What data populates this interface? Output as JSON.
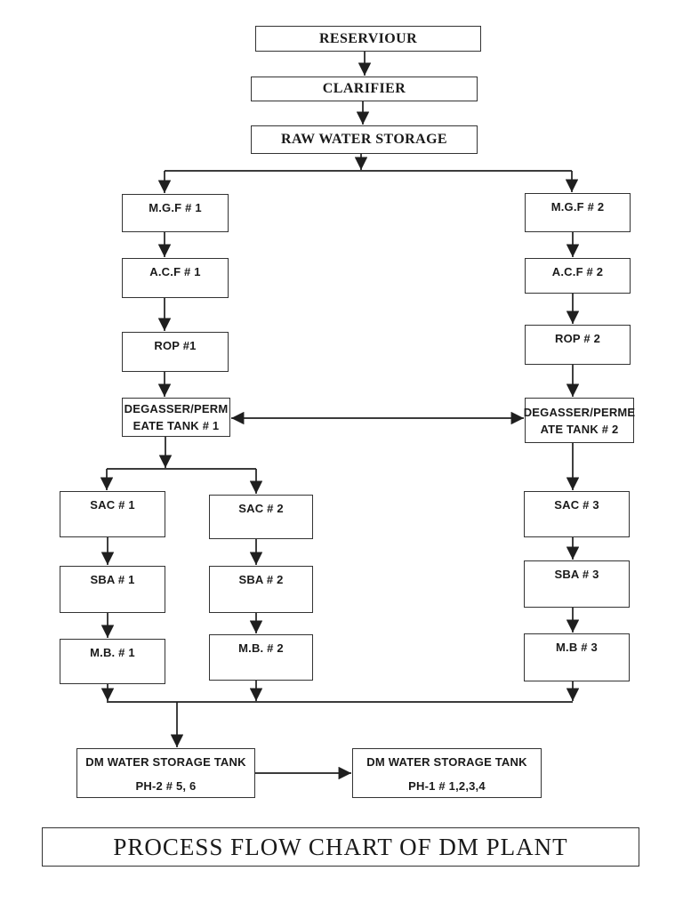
{
  "title": {
    "text": "PROCESS FLOW CHART OF DM PLANT"
  },
  "colors": {
    "background": "#ffffff",
    "box_border": "#333333",
    "line": "#1f1f1f",
    "text": "#1a1a1a"
  },
  "nodes": {
    "reservoir": {
      "label": "RESERVIOUR"
    },
    "clarifier": {
      "label": "CLARIFIER"
    },
    "raw_water_storage": {
      "label": "RAW WATER STORAGE"
    },
    "mgf1": {
      "label": "M.G.F # 1"
    },
    "mgf2": {
      "label": "M.G.F # 2"
    },
    "acf1": {
      "label": "A.C.F # 1"
    },
    "acf2": {
      "label": "A.C.F # 2"
    },
    "rop1": {
      "label": "ROP #1"
    },
    "rop2": {
      "label": "ROP # 2"
    },
    "degasser1": {
      "line1": "DEGASSER/PERM",
      "line2": "EATE TANK # 1"
    },
    "degasser2": {
      "line1": "DEGASSER/PERME",
      "line2": "ATE TANK # 2"
    },
    "sac1": {
      "label": "SAC # 1"
    },
    "sac2": {
      "label": "SAC # 2"
    },
    "sac3": {
      "label": "SAC # 3"
    },
    "sba1": {
      "label": "SBA # 1"
    },
    "sba2": {
      "label": "SBA # 2"
    },
    "sba3": {
      "label": "SBA # 3"
    },
    "mb1": {
      "label": "M.B. # 1"
    },
    "mb2": {
      "label": "M.B. # 2"
    },
    "mb3": {
      "label": "M.B # 3"
    },
    "tank_ph2": {
      "line1": "DM WATER STORAGE TANK",
      "line2": "PH-2 # 5, 6"
    },
    "tank_ph1": {
      "line1": "DM WATER STORAGE TANK",
      "line2": "PH-1 # 1,2,3,4"
    }
  },
  "edges": [
    {
      "from": "reservoir",
      "to": "clarifier",
      "direction": "down"
    },
    {
      "from": "clarifier",
      "to": "raw_water_storage",
      "direction": "down"
    },
    {
      "from": "raw_water_storage",
      "to": "mgf1",
      "direction": "down"
    },
    {
      "from": "raw_water_storage",
      "to": "mgf2",
      "direction": "down"
    },
    {
      "from": "mgf1",
      "to": "acf1",
      "direction": "down"
    },
    {
      "from": "acf1",
      "to": "rop1",
      "direction": "down"
    },
    {
      "from": "rop1",
      "to": "degasser1",
      "direction": "down"
    },
    {
      "from": "mgf2",
      "to": "acf2",
      "direction": "down"
    },
    {
      "from": "acf2",
      "to": "rop2",
      "direction": "down"
    },
    {
      "from": "rop2",
      "to": "degasser2",
      "direction": "down"
    },
    {
      "from": "degasser1",
      "to": "degasser2",
      "direction": "both"
    },
    {
      "from": "degasser1",
      "to": "sac1",
      "direction": "down"
    },
    {
      "from": "degasser1",
      "to": "sac2",
      "direction": "down"
    },
    {
      "from": "degasser2",
      "to": "sac3",
      "direction": "down"
    },
    {
      "from": "sac1",
      "to": "sba1",
      "direction": "down"
    },
    {
      "from": "sba1",
      "to": "mb1",
      "direction": "down"
    },
    {
      "from": "sac2",
      "to": "sba2",
      "direction": "down"
    },
    {
      "from": "sba2",
      "to": "mb2",
      "direction": "down"
    },
    {
      "from": "sac3",
      "to": "sba3",
      "direction": "down"
    },
    {
      "from": "sba3",
      "to": "mb3",
      "direction": "down"
    },
    {
      "from": "mb1",
      "to": "tank_ph2",
      "direction": "down"
    },
    {
      "from": "mb2",
      "to": "tank_ph2",
      "direction": "down"
    },
    {
      "from": "mb3",
      "to": "tank_ph2",
      "direction": "down"
    },
    {
      "from": "tank_ph2",
      "to": "tank_ph1",
      "direction": "right"
    }
  ]
}
